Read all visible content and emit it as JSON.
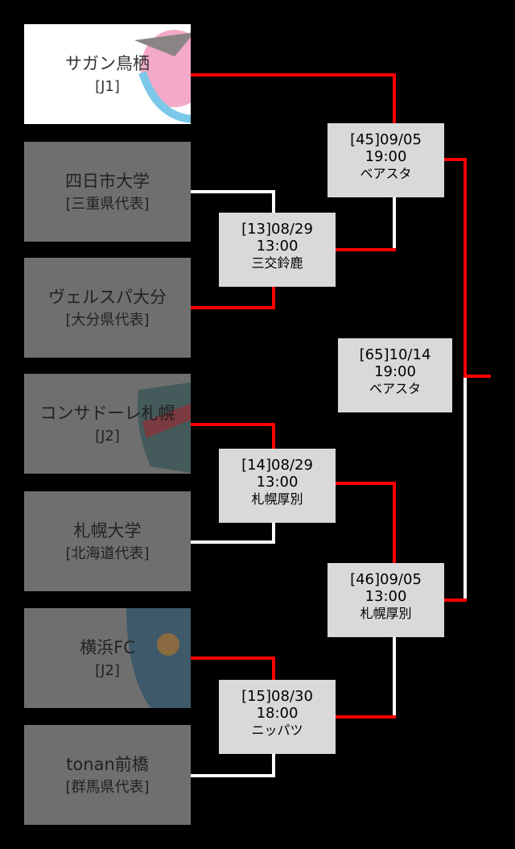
{
  "teams": [
    {
      "name": "サガン鳥栖",
      "sub": "[J1]",
      "winner": true
    },
    {
      "name": "四日市大学",
      "sub": "[三重県代表]"
    },
    {
      "name": "ヴェルスパ大分",
      "sub": "[大分県代表]"
    },
    {
      "name": "コンサドーレ札幌",
      "sub": "[J2]"
    },
    {
      "name": "札幌大学",
      "sub": "[北海道代表]"
    },
    {
      "name": "横浜FC",
      "sub": "[J2]"
    },
    {
      "name": "tonan前橋",
      "sub": "[群馬県代表]"
    }
  ],
  "matches": {
    "m13": {
      "id": "[13]08/29",
      "time": "13:00",
      "venue": "三交鈴鹿"
    },
    "m14": {
      "id": "[14]08/29",
      "time": "13:00",
      "venue": "札幌厚別"
    },
    "m15": {
      "id": "[15]08/30",
      "time": "18:00",
      "venue": "ニッパツ"
    },
    "m45": {
      "id": "[45]09/05",
      "time": "19:00",
      "venue": "ベアスタ"
    },
    "m46": {
      "id": "[46]09/05",
      "time": "13:00",
      "venue": "札幌厚別"
    },
    "m65": {
      "id": "[65]10/14",
      "time": "19:00",
      "venue": "ベアスタ"
    }
  },
  "colors": {
    "winner_line": "#ff0000",
    "loser_line": "#ffffff",
    "team_box": "#6f6f6f",
    "match_box": "#d9d9d9"
  }
}
